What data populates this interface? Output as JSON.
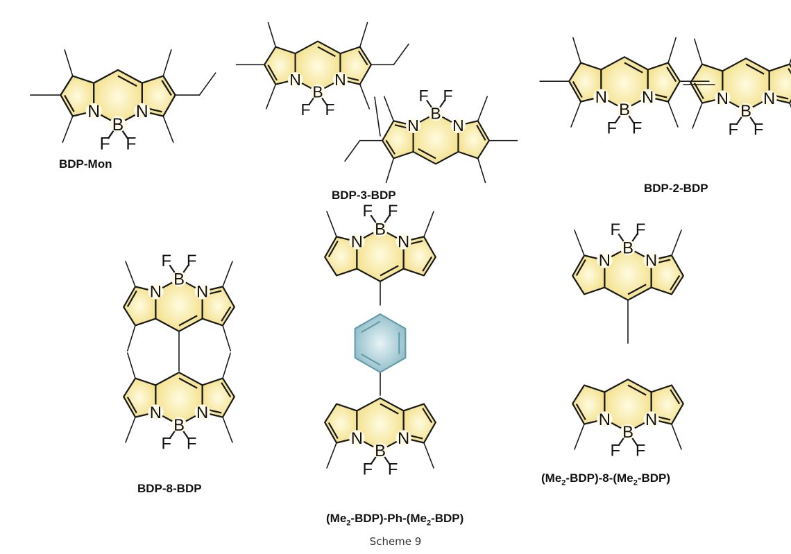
{
  "compounds": [
    {
      "id": "mon",
      "label": "BDP-Mon"
    },
    {
      "id": "bdp3",
      "label": "BDP-3-BDP"
    },
    {
      "id": "bdp2",
      "label": "BDP-2-BDP"
    },
    {
      "id": "bdp8",
      "label": "BDP-8-BDP"
    },
    {
      "id": "ph",
      "label_parts": [
        "(Me",
        "2",
        "-BDP)-Ph-(Me",
        "2",
        "-BDP)"
      ]
    },
    {
      "id": "me8",
      "label_parts": [
        "(Me",
        "2",
        "-BDP)-8-(Me",
        "2",
        "-BDP)"
      ]
    }
  ],
  "atoms": {
    "nitrogen": "N",
    "boron": "B",
    "fluorine": "F"
  },
  "caption": "Scheme 9",
  "colors": {
    "core_fill": "#f5e79e",
    "core_glow": "#fffbe0",
    "phenyl_fill": "#a9cdd6",
    "phenyl_edge": "#5f9aa8",
    "bond": "#1a1a1a"
  }
}
